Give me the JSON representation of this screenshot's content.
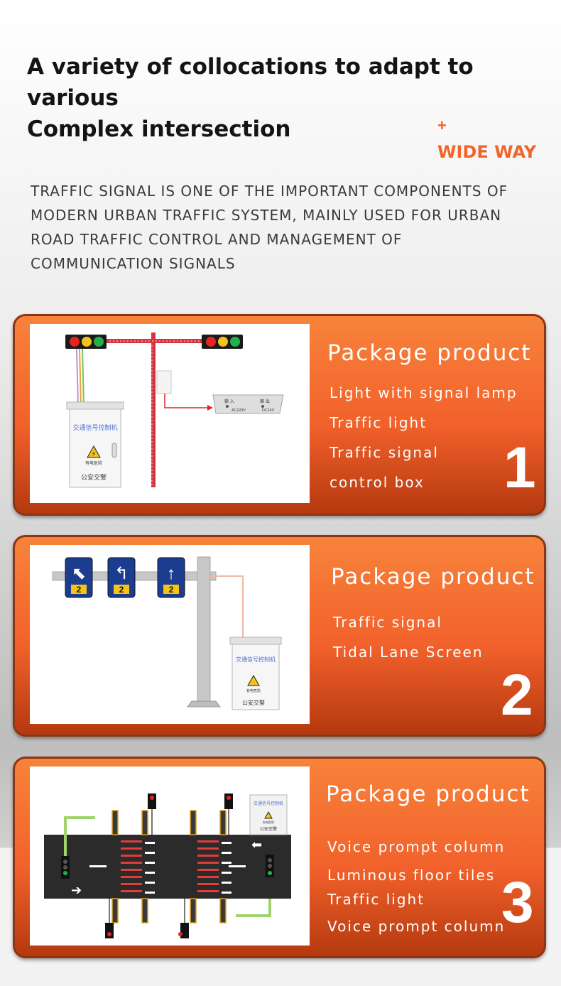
{
  "headline": {
    "line1": "A variety of collocations to adapt to various",
    "line2": "Complex intersection"
  },
  "tag": {
    "plus": "+",
    "label": "WIDE WAY"
  },
  "intro": {
    "lines": [
      "TRAFFIC SIGNAL IS ONE OF THE IMPORTANT COMPONENTS OF",
      "MODERN URBAN TRAFFIC SYSTEM, MAINLY USED FOR URBAN",
      "ROAD TRAFFIC CONTROL AND MANAGEMENT OF",
      "COMMUNICATION SIGNALS"
    ]
  },
  "cards": [
    {
      "title": "Package product",
      "items": [
        "Light with signal lamp",
        "Traffic light",
        "Traffic signal",
        "control box"
      ],
      "number": "1",
      "illustration": {
        "box_label": "交通信号控制机",
        "box_footer": "公安交警",
        "warning": "有电危险",
        "psu_in": "输 入",
        "psu_out": "输 出",
        "psu_ac": "AC220V",
        "psu_dc": "DC24V"
      }
    },
    {
      "title": "Package product",
      "items": [
        "Traffic signal",
        "Tidal Lane Screen"
      ],
      "number": "2",
      "illustration": {
        "box_label": "交通信号控制机",
        "box_footer": "公安交警",
        "warning": "有电危险",
        "sign_number": "2"
      }
    },
    {
      "title": "Package product",
      "items": [
        "Voice prompt column",
        "Luminous floor tiles",
        "Traffic light",
        "Voice prompt column"
      ],
      "number": "3",
      "illustration": {
        "box_label": "交通信号控制机",
        "box_footer": "公安交警",
        "warning": "有电危险"
      }
    }
  ],
  "colors": {
    "accent": "#f2652a",
    "card_dark": "#b5390f",
    "signal_red": "#e52322",
    "signal_yellow": "#f5c21b",
    "signal_green": "#22b24c",
    "sign_blue": "#1c3d8f",
    "sign_yellow": "#f6c415"
  }
}
